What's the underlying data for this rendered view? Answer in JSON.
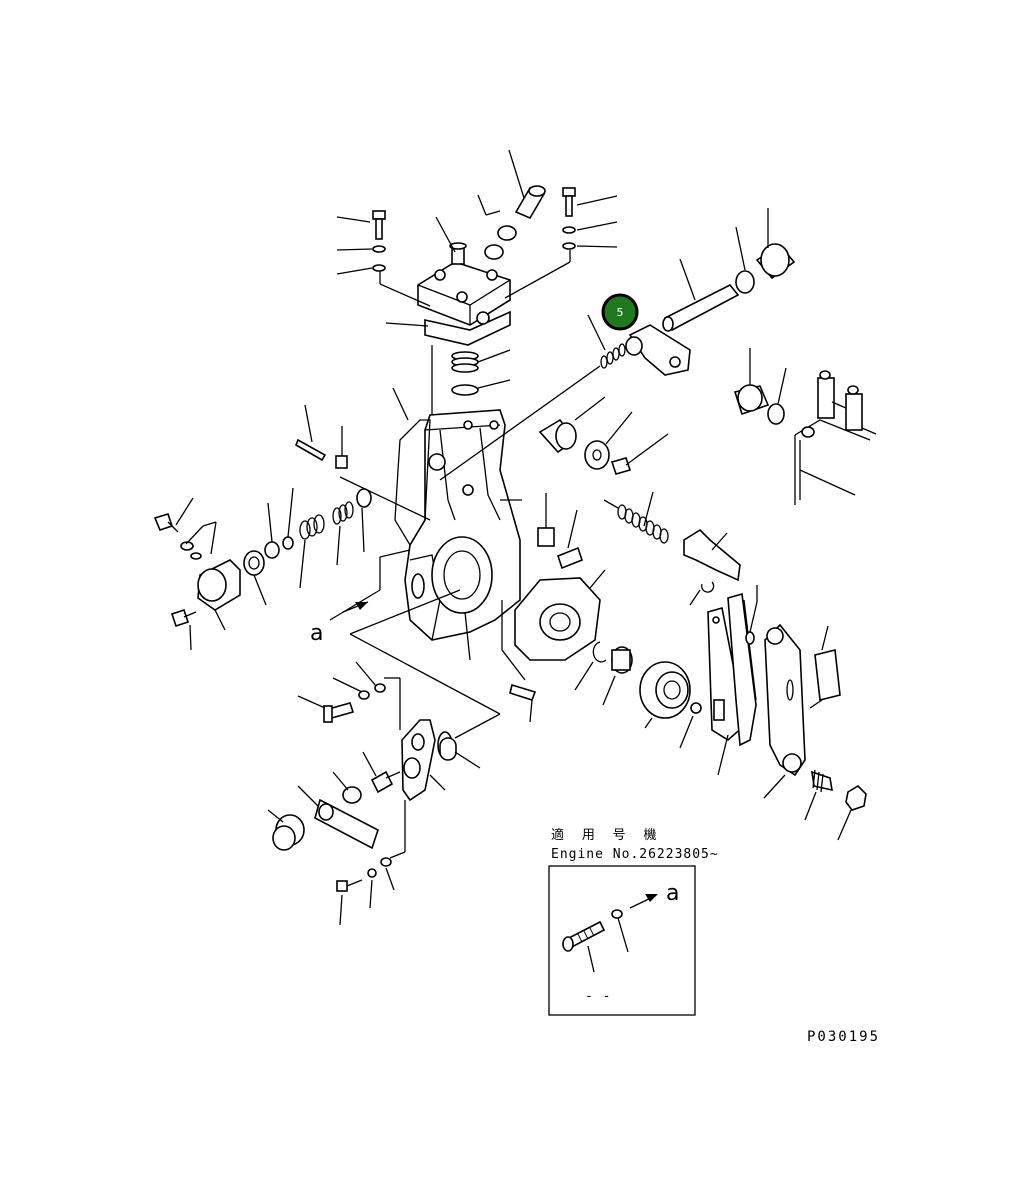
{
  "inset": {
    "title_jp": "適 用 号 機",
    "engine_label": "Engine No.26223805~",
    "ref_letter": "a",
    "dash_label": "- -"
  },
  "main_ref_letter": "a",
  "drawing_code": "P030195",
  "callout": {
    "number": "5",
    "color": "#1f7a1f"
  }
}
